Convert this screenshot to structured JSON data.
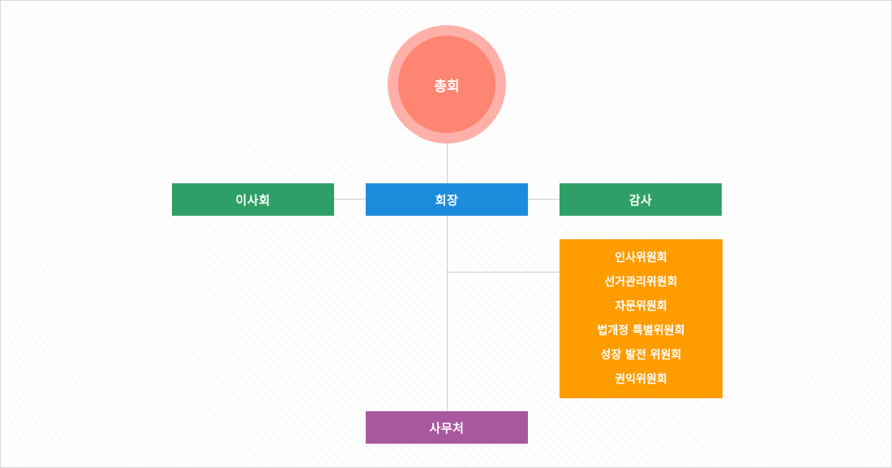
{
  "colors": {
    "general_outer": "#ffb0a8",
    "general_inner": "#ff8573",
    "green": "#2ea067",
    "blue": "#1e8cdd",
    "orange": "#ff9c00",
    "purple": "#a8589f",
    "connector": "#cccccc"
  },
  "general_assembly": "총회",
  "president": "회장",
  "board": "이사회",
  "auditor": "감사",
  "committees": [
    "인사위원회",
    "선거관리위원회",
    "자문위원회",
    "법개정 특별위원회",
    "성장 발전 위원회",
    "권익위원회"
  ],
  "secretariat": "사무처"
}
